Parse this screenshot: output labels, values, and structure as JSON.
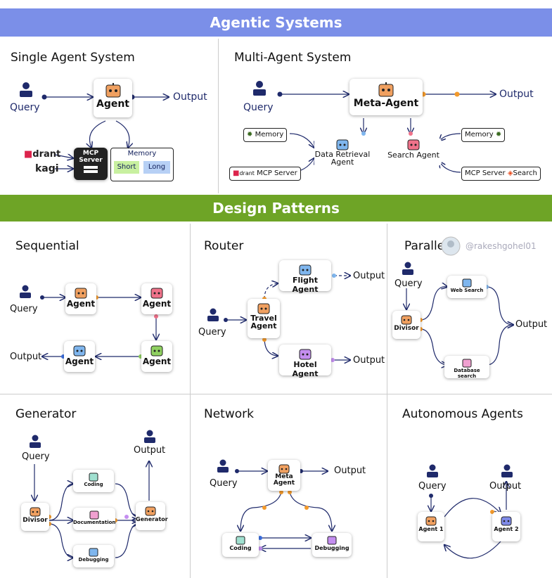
{
  "header": {
    "title": "Agentic Systems"
  },
  "design_header": {
    "title": "Design Patterns"
  },
  "watermark": "@rakeshgohel01",
  "single": {
    "title": "Single Agent System",
    "query": "Query",
    "agent": "Agent",
    "output": "Output",
    "mcp": "MCP\nServer",
    "memory": "Memory",
    "short": "Short",
    "long": "Long",
    "qdrant": "drant",
    "kagi": "kagi"
  },
  "multi": {
    "title": "Multi-Agent System",
    "query": "Query",
    "meta": "Meta-Agent",
    "output": "Output",
    "memory_left": "Memory",
    "memory_right": "Memory",
    "data_retrieval": "Data Retrieval\nAgent",
    "search_agent": "Search Agent",
    "mcp_left": "MCP Server",
    "mcp_right": "MCP Server",
    "search": "Search",
    "qdrant": "drant"
  },
  "sequential": {
    "title": "Sequential",
    "query": "Query",
    "agent1": "Agent",
    "agent2": "Agent",
    "agent3": "Agent",
    "agent4": "Agent",
    "output": "Output"
  },
  "router": {
    "title": "Router",
    "query": "Query",
    "travel": "Travel\nAgent",
    "flight": "Flight Agent",
    "hotel": "Hotel Agent",
    "output1": "Output",
    "output2": "Output"
  },
  "parallel": {
    "title": "Parallel",
    "query": "Query",
    "divisor": "Divisor",
    "web": "Web Search",
    "db": "Database search",
    "output": "Output"
  },
  "generator": {
    "title": "Generator",
    "query": "Query",
    "output": "Output",
    "divisor": "Divisor",
    "coding": "Coding",
    "documentation": "Documentation",
    "debugging": "Debugging",
    "generator": "Generator"
  },
  "network": {
    "title": "Network",
    "query": "Query",
    "meta": "Meta\nAgent",
    "output": "Output",
    "coding": "Coding",
    "debugging": "Debugging"
  },
  "autonomous": {
    "title": "Autonomous Agents",
    "query": "Query",
    "output": "Output",
    "agent1": "Agent 1",
    "agent2": "Agent 2"
  },
  "colors": {
    "blue_band": "#7b8fe8",
    "green_band": "#6ea426",
    "navy": "#0f1d59",
    "orange": "#f39a2b",
    "pink": "#f0728a",
    "purple": "#c48ef0",
    "lightblue": "#7fb6ee",
    "green": "#8fd060"
  }
}
